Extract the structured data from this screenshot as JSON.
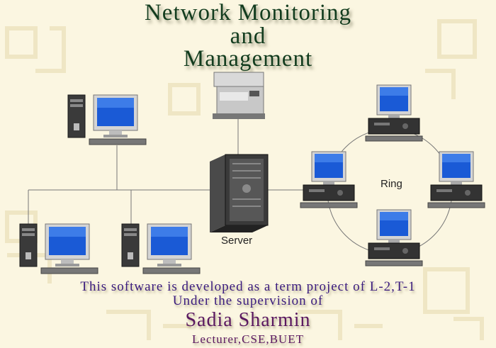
{
  "title": {
    "line1": "Network Monitoring",
    "line2": "and",
    "line3": "Management"
  },
  "diagram": {
    "server_label": "Server",
    "ring_label": "Ring"
  },
  "footer": {
    "line1": "This software is developed as a term project of L-2,T-1",
    "line2": "Under the supervision of",
    "name": "Sadia Sharmin",
    "affiliation": "Lecturer,CSE,BUET"
  },
  "colors": {
    "background": "#fbf6e1",
    "title": "#123c1e",
    "footer_text": "#3a1b7e",
    "name_text": "#5a1860",
    "screen": "#1a5ad6"
  }
}
